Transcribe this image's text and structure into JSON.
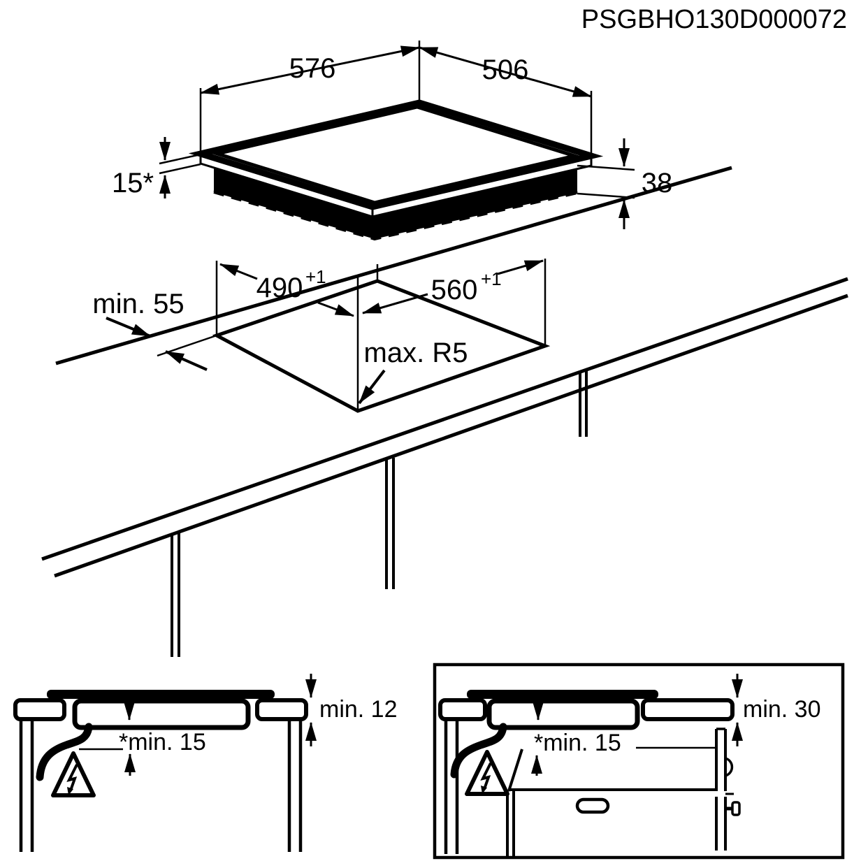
{
  "title": "PSGBHO130D000072",
  "hob": {
    "width": "576",
    "depth": "506",
    "glass_thickness": "15*",
    "body_height": "38"
  },
  "cutout": {
    "depth": "490",
    "depth_tol": "+1",
    "width": "560",
    "width_tol": "+1",
    "corner_radius": "max. R5",
    "rear_clearance": "min. 55"
  },
  "section_left": {
    "worktop_thickness": "min. 12",
    "bottom_clearance": "*min. 15"
  },
  "section_right": {
    "worktop_thickness": "min. 30",
    "bottom_clearance": "*min. 15"
  },
  "colors": {
    "ink": "#000000",
    "paper": "#ffffff"
  }
}
